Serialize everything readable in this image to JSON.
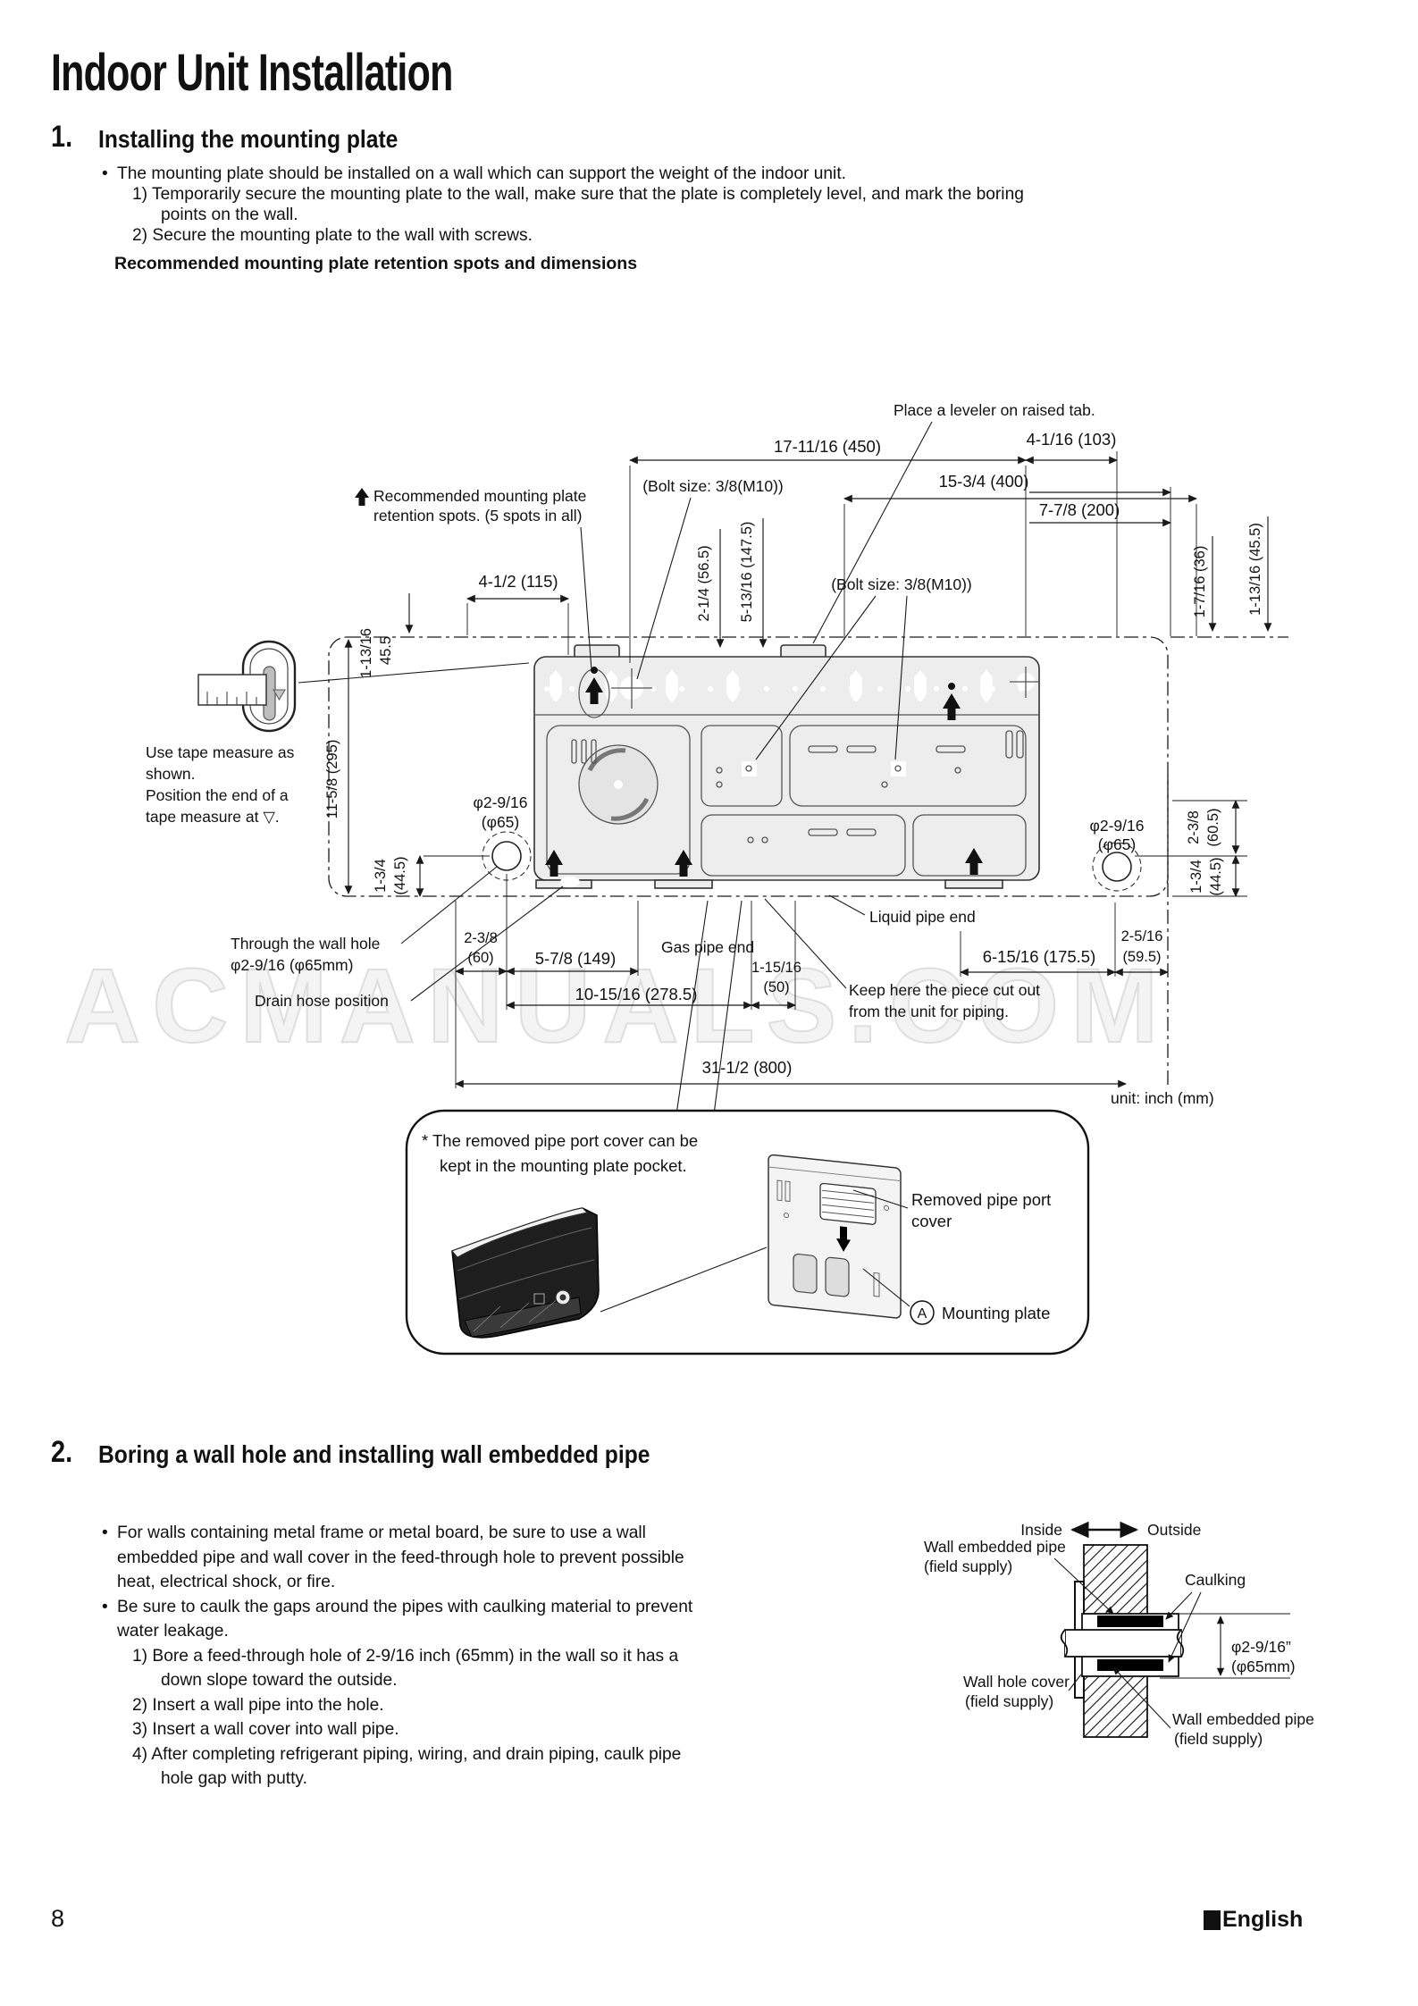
{
  "page": {
    "title": "Indoor Unit Installation",
    "watermark": "ACMANUALS.COM",
    "footer": {
      "page_number": "8",
      "language": "English"
    },
    "glyphs": {
      "bullet": "•"
    },
    "colors": {
      "ink": "#111111",
      "watermark": "#f4f4f4",
      "plate_fill": "#ededed"
    }
  },
  "section1": {
    "number": "1.",
    "heading": "Installing the mounting plate",
    "line1": "The mounting plate should be installed on a wall which can support the weight of the indoor unit.",
    "line2": "1) Temporarily secure the mounting plate to the wall, make sure that the plate is completely level, and mark the boring",
    "line3": "points on the wall.",
    "line4": "2) Secure the mounting plate to the wall with screws.",
    "subheading": "Recommended mounting plate retention spots and dimensions"
  },
  "d1": {
    "place_leveler": "Place a leveler on raised tab.",
    "dim450": "17-11/16 (450)",
    "dim103": "4-1/16 (103)",
    "dim400": "15-3/4 (400)",
    "dim200": "7-7/8 (200)",
    "bolt1": "(Bolt size: 3/8(M10))",
    "bolt2": "(Bolt size: 3/8(M10))",
    "dim36": "1-7/16 (36)",
    "dim455r": "1-13/16 (45.5)",
    "ret1": "Recommended mounting plate",
    "ret2": "retention spots. (5 spots in all)",
    "dim115": "4-1/2 (115)",
    "dim565": "2-1/4 (56.5)",
    "dim1475": "5-13/16 (147.5)",
    "dim455l_a": "1-13/16",
    "dim455l_b": "45.5",
    "dim295": "11-5/8 (295)",
    "dim445l_a": "1-3/4",
    "dim445l_b": "(44.5)",
    "tape1": "Use tape measure as",
    "tape2": "shown.",
    "tape3": "Position the end of a",
    "tape4": "tape measure at ▽.",
    "hole_l1": "φ2-9/16",
    "hole_l2": "(φ65)",
    "hole_r1": "φ2-9/16",
    "hole_r2": "(φ65)",
    "thru1": "Through the wall hole",
    "thru2": "φ2-9/16 (φ65mm)",
    "drain": "Drain hose position",
    "dim60a": "2-3/8",
    "dim60b": "(60)",
    "dim149": "5-7/8 (149)",
    "dim2785": "10-15/16 (278.5)",
    "dim50a": "1-15/16",
    "dim50b": "(50)",
    "gas": "Gas pipe end",
    "liquid": "Liquid pipe end",
    "dim1755": "6-15/16 (175.5)",
    "dim595a": "2-5/16",
    "dim595b": "(59.5)",
    "keep1": "Keep here the piece cut out",
    "keep2": "from the unit for piping.",
    "dim800": "31-1/2 (800)",
    "dim605a": "2-3/8",
    "dim605b": "(60.5)",
    "dim445r_a": "1-3/4",
    "dim445r_b": "(44.5)",
    "unit_note": "unit: inch (mm)"
  },
  "note": {
    "l1": "* The removed pipe port cover can be",
    "l2": "kept in the mounting plate pocket.",
    "cover1": "Removed pipe port",
    "cover2": "cover",
    "plate_a": "A",
    "plate_label": "Mounting plate"
  },
  "section2": {
    "number": "2.",
    "heading": "Boring a wall hole and installing wall embedded pipe",
    "l1": "For walls containing metal frame or metal board, be sure to use a wall",
    "l2": "embedded pipe and wall cover in the feed-through hole to prevent possible",
    "l3": "heat, electrical shock, or fire.",
    "l4": "Be sure to caulk the gaps around the pipes with caulking material to prevent",
    "l5": "water leakage.",
    "l6": "1) Bore a feed-through hole of 2-9/16 inch (65mm) in the wall so it has a",
    "l7": "down slope toward the outside.",
    "l8": "2) Insert a wall pipe into the hole.",
    "l9": "3) Insert a wall cover into wall pipe.",
    "l10": "4) After completing refrigerant piping, wiring, and drain piping, caulk pipe",
    "l11": "hole gap with putty."
  },
  "wall": {
    "inside": "Inside",
    "outside": "Outside",
    "wep1a": "Wall embedded pipe",
    "wep1b": "(field supply)",
    "caulking": "Caulking",
    "dia1": "φ2-9/16”",
    "dia2": "(φ65mm)",
    "whc1": "Wall hole cover",
    "whc2": "(field supply)",
    "wep2a": "Wall embedded pipe",
    "wep2b": "(field supply)"
  }
}
